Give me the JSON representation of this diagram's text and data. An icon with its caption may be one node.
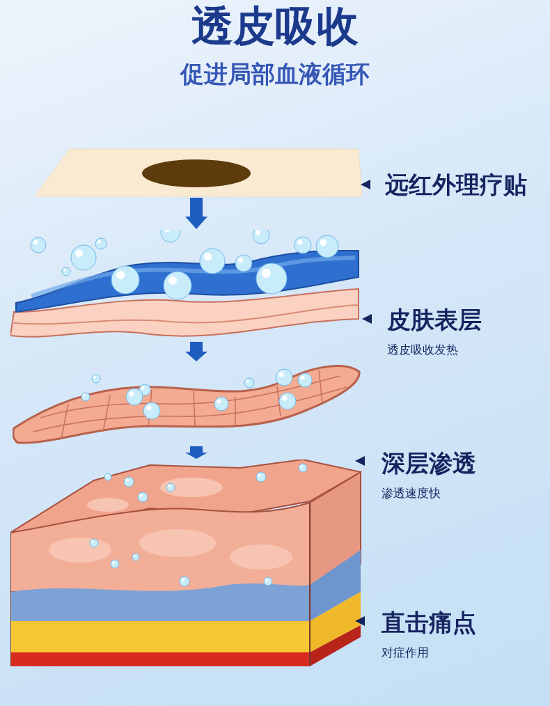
{
  "diagram": {
    "title": "透皮吸收",
    "caption": "促进局部血液循环",
    "nodes": [
      {
        "text": [],
        "shape": "picture"
      },
      {
        "text": [],
        "shape": "picture"
      },
      {
        "text": [],
        "shape": "picture"
      },
      {
        "text": [],
        "shape": "picture"
      },
      {
        "text": [
          "远红外理疗贴"
        ]
      },
      {
        "text": [
          "皮肤表层",
          "透皮吸收发热"
        ]
      },
      {
        "text": [
          "深层渗透",
          "渗透速度快"
        ]
      },
      {
        "text": [
          "直击痛点",
          "对症作用"
        ]
      }
    ],
    "edges": [
      {
        "from": 0,
        "to": 1,
        "arrow": "to"
      },
      {
        "from": 1,
        "to": 2,
        "arrow": "to"
      },
      {
        "from": 2,
        "to": 3,
        "arrow": "to"
      }
    ]
  }
}
